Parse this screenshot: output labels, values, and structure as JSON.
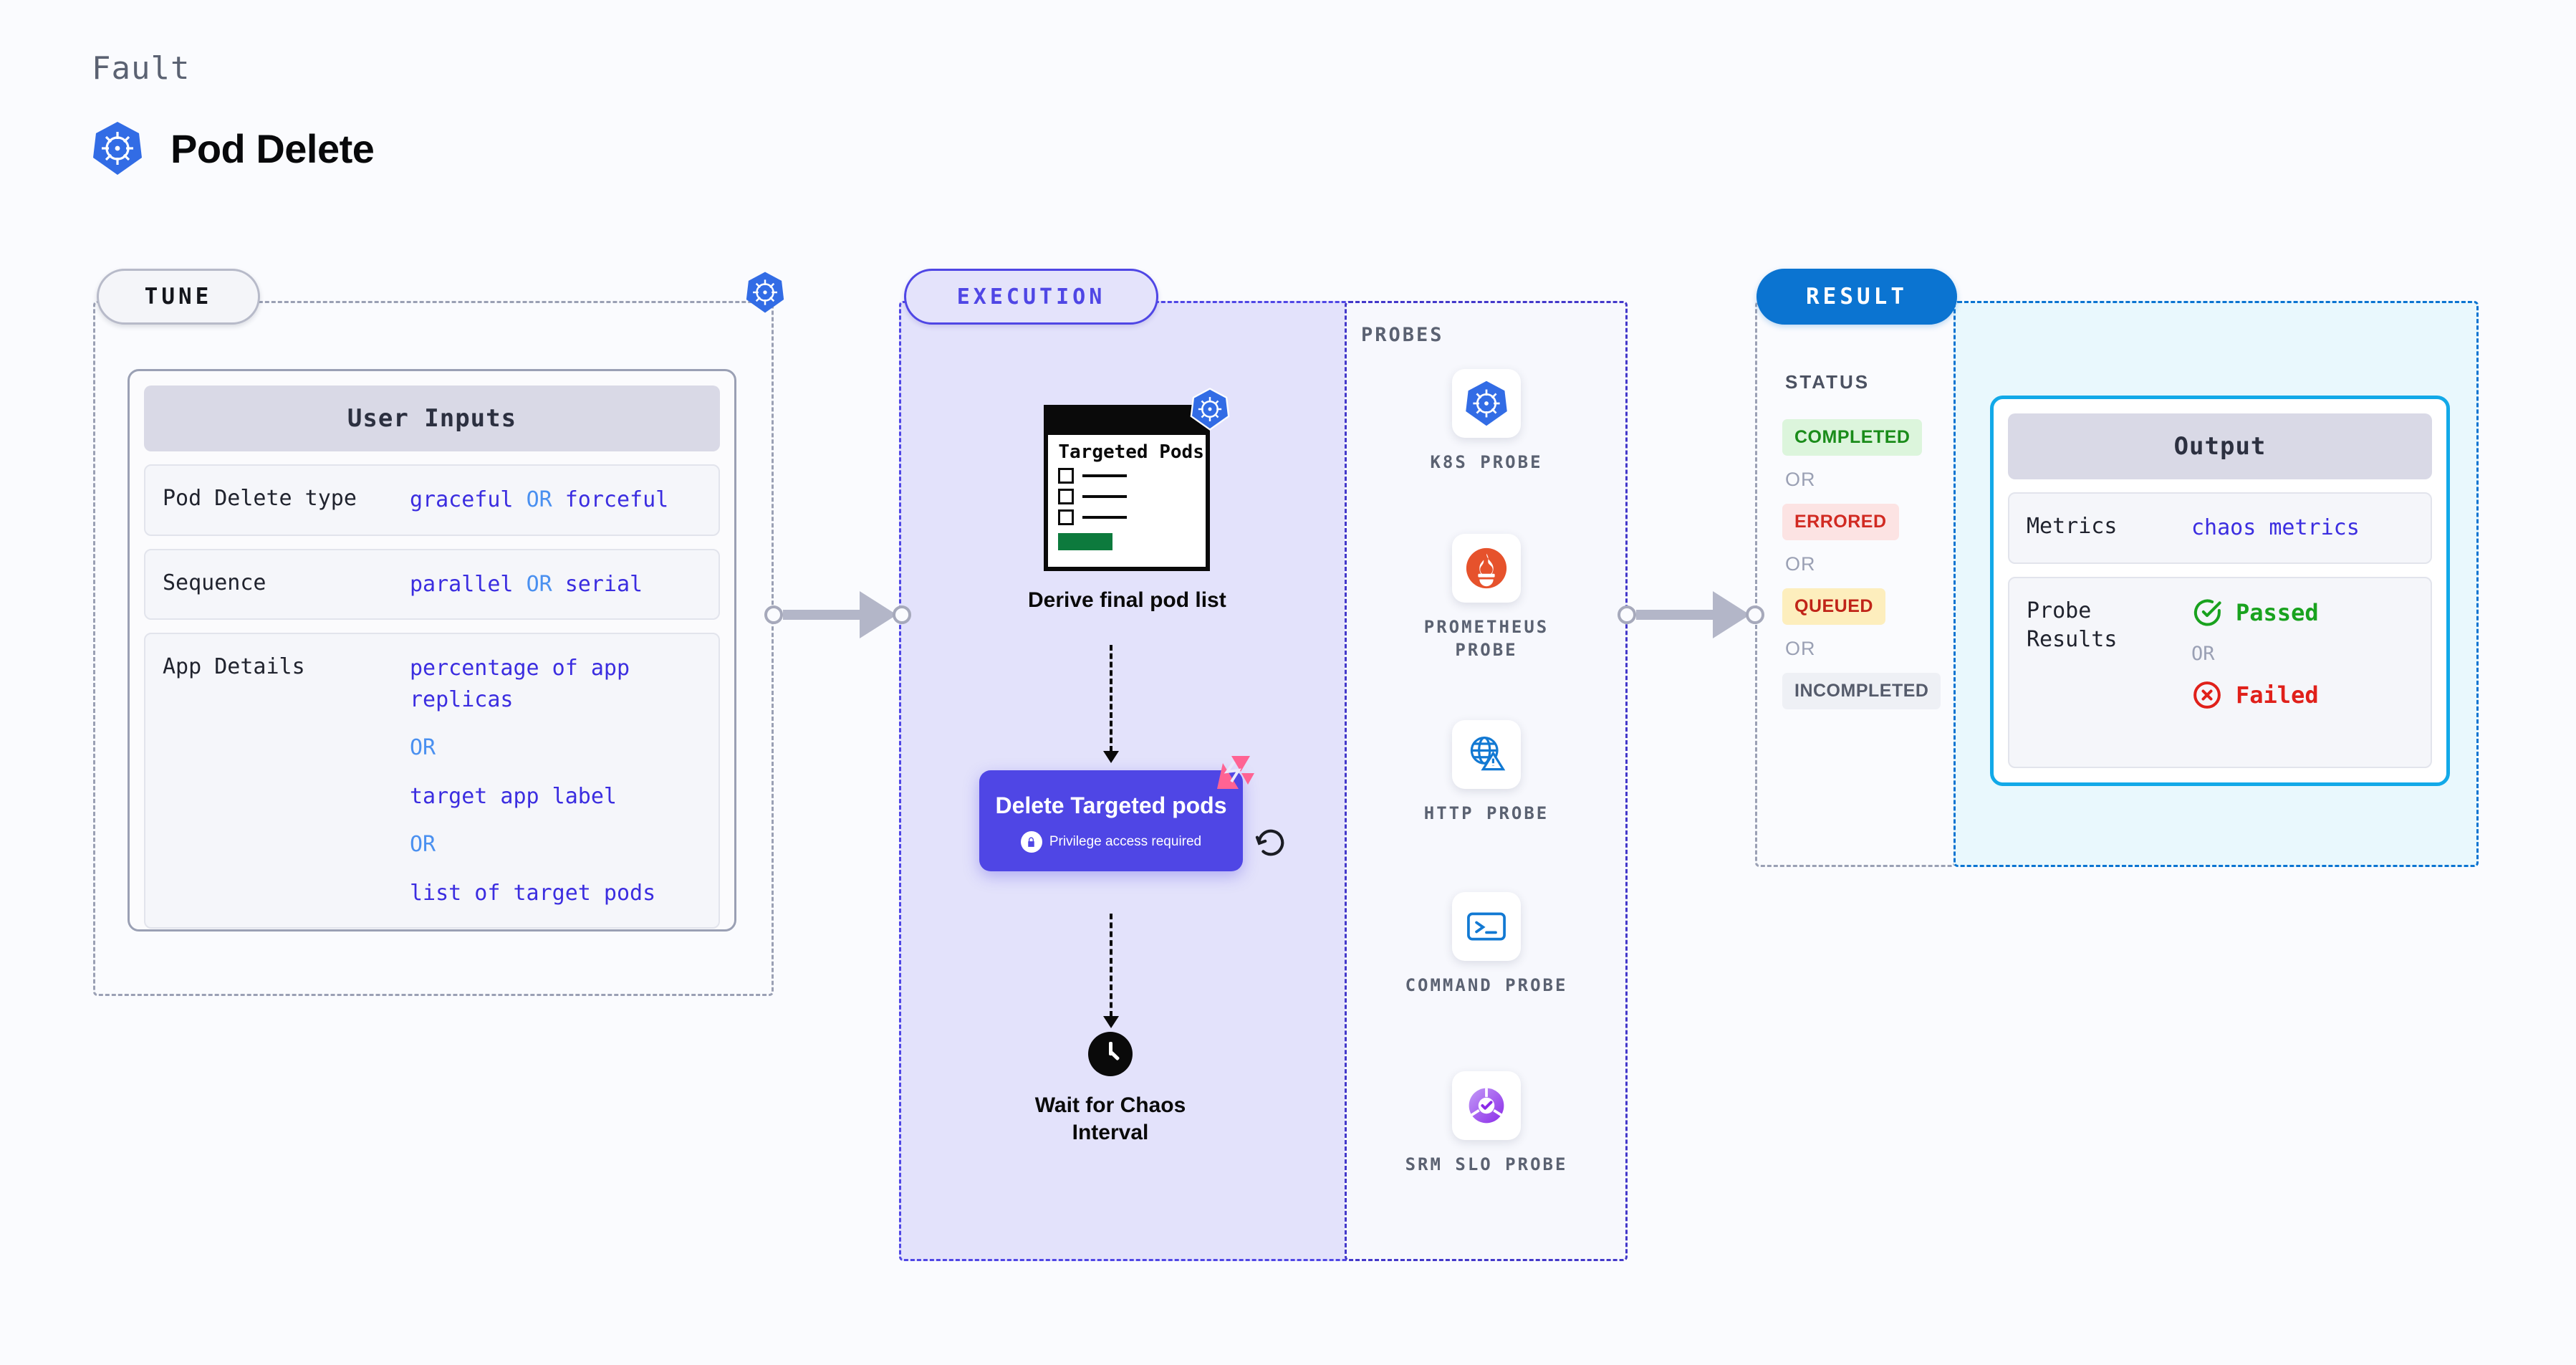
{
  "header": {
    "fault_label": "Fault",
    "title": "Pod Delete",
    "icon": "kubernetes-logo-icon"
  },
  "tune": {
    "pill_label": "TUNE",
    "corner_icon": "kubernetes-logo-icon",
    "card": {
      "header": "User Inputs",
      "rows": [
        {
          "label": "Pod Delete type",
          "values": [
            "graceful",
            "forceful"
          ],
          "separator": "OR",
          "inline": true
        },
        {
          "label": "Sequence",
          "values": [
            "parallel",
            "serial"
          ],
          "separator": "OR",
          "inline": true
        },
        {
          "label": "App Details",
          "values": [
            "percentage of app replicas",
            "target app label",
            "list of target pods"
          ],
          "separator": "OR",
          "inline": false
        }
      ]
    }
  },
  "execution": {
    "pill_label": "EXECUTION",
    "nodes": [
      {
        "id": "derive-pod-list",
        "doc_title": "Targeted Pods",
        "caption": "Derive final pod list",
        "badge_icon": "kubernetes-logo-icon"
      },
      {
        "id": "delete-targeted-pods",
        "title": "Delete Targeted pods",
        "subtitle": "Privilege access required",
        "subtitle_icon": "lock-icon",
        "badge_icon": "litmuschaos-logo-icon",
        "side_icon": "loop-rotate-icon"
      },
      {
        "id": "wait-chaos-interval",
        "caption": "Wait for Chaos Interval",
        "icon": "clock-icon"
      }
    ]
  },
  "probes": {
    "title": "PROBES",
    "items": [
      {
        "label": "K8S PROBE",
        "icon": "kubernetes-logo-icon"
      },
      {
        "label": "PROMETHEUS PROBE",
        "icon": "prometheus-logo-icon"
      },
      {
        "label": "HTTP PROBE",
        "icon": "globe-warning-icon"
      },
      {
        "label": "COMMAND PROBE",
        "icon": "terminal-icon"
      },
      {
        "label": "SRM SLO PROBE",
        "icon": "srm-slo-donut-icon"
      }
    ]
  },
  "result": {
    "pill_label": "RESULT",
    "status_title": "STATUS",
    "separator": "OR",
    "statuses": [
      {
        "label": "COMPLETED",
        "color": "#1a8c1a"
      },
      {
        "label": "ERRORED",
        "color": "#d12a22"
      },
      {
        "label": "QUEUED",
        "color": "#c02418"
      },
      {
        "label": "INCOMPLETED",
        "color": "#555b6b"
      }
    ],
    "output": {
      "header": "Output",
      "metrics_label": "Metrics",
      "metrics_value": "chaos metrics",
      "probe_results_label": "Probe Results",
      "passed_label": "Passed",
      "failed_label": "Failed",
      "separator": "OR",
      "passed_icon": "check-circle-icon",
      "failed_icon": "x-circle-icon"
    }
  },
  "colors": {
    "background": "#fafbfe",
    "accent_indigo": "#4f46e5",
    "accent_blue": "#0b74d1",
    "accent_cyan": "#12a9e8",
    "k8s_blue": "#326ce5",
    "litmus_pink": "#ff6393",
    "value_purple": "#3b2de0",
    "or_blue": "#4a90f0"
  }
}
